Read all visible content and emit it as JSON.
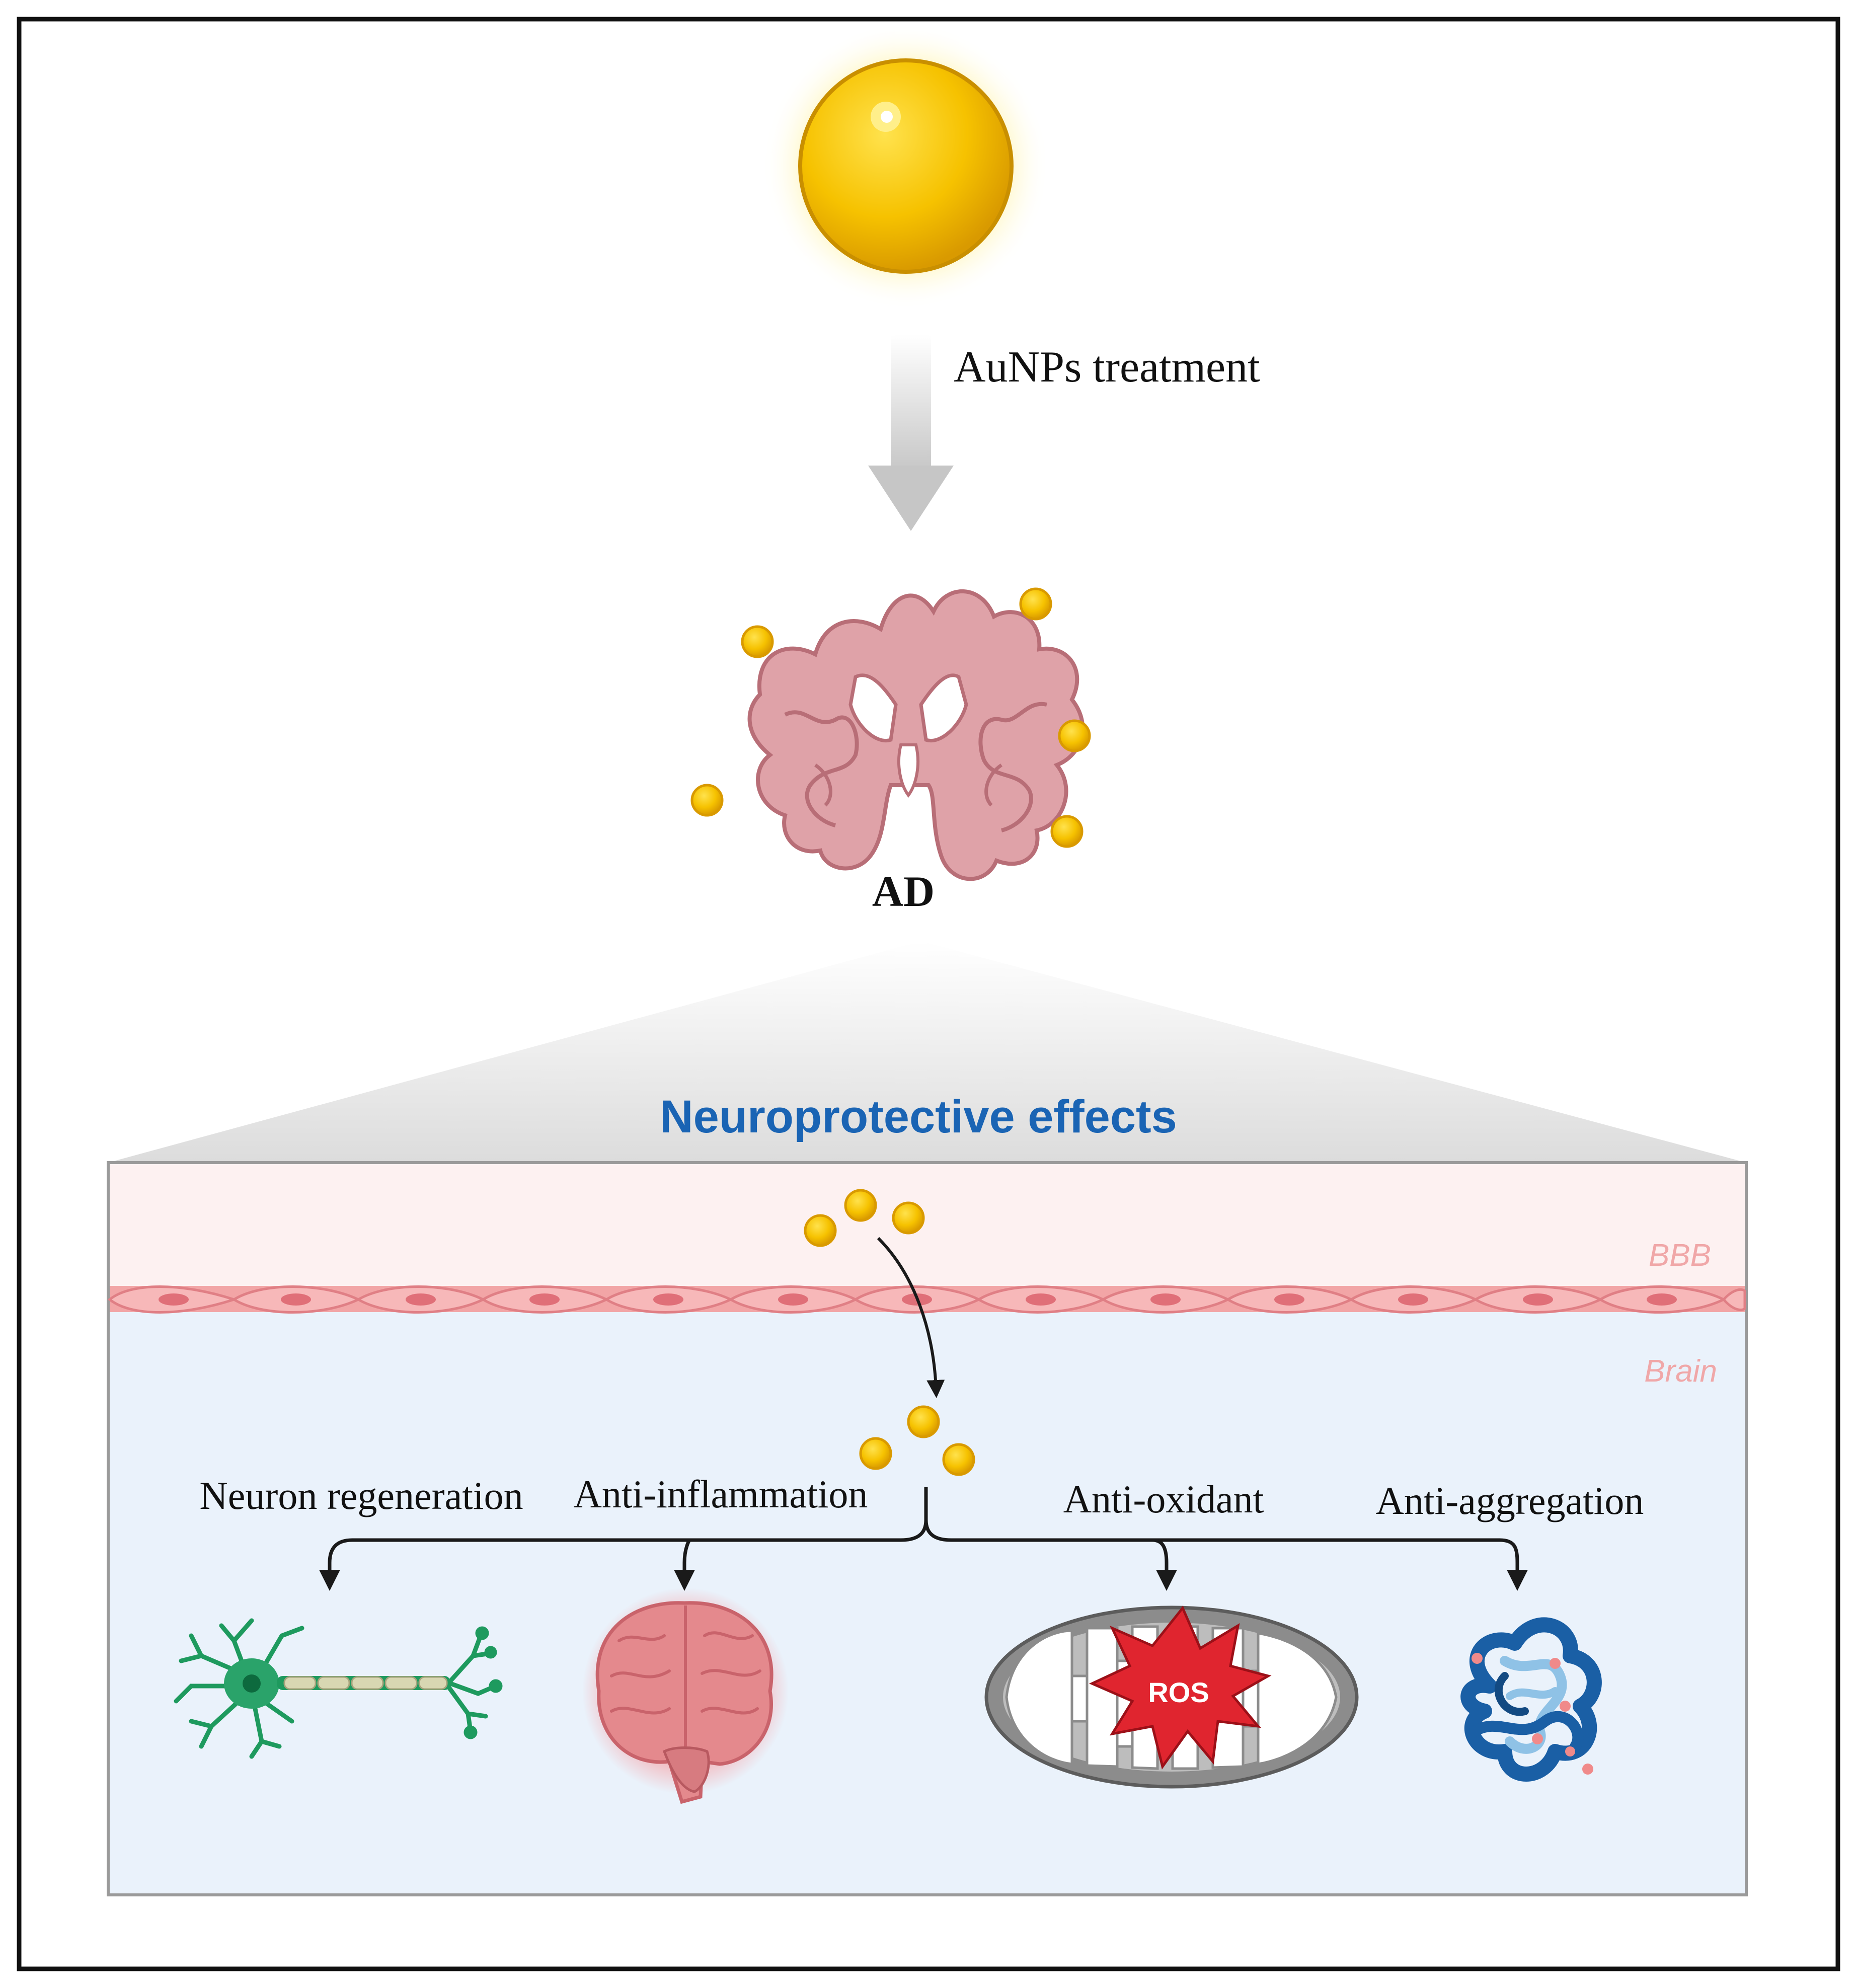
{
  "figure": {
    "treatment_label": "AuNPs treatment",
    "disease_label": "AD",
    "effects_title": "Neuroprotective effects",
    "barrier_label": "BBB",
    "brain_label": "Brain",
    "effects": [
      {
        "label": "Neuron regeneration",
        "icon": "neuron-icon"
      },
      {
        "label": "Anti-inflammation",
        "icon": "inflamed-brain-icon"
      },
      {
        "label": "Anti-oxidant",
        "icon": "mitochondrion-icon"
      },
      {
        "label": "Anti-aggregation",
        "icon": "protein-aggregate-icon"
      }
    ],
    "ros_label": "ROS"
  },
  "colors": {
    "gold": "#f6c200",
    "gold_dark": "#d99a00",
    "title_blue": "#1a64b4",
    "brain_pink": "#dfa2a8",
    "bbb_label": "#f0a7a8",
    "brain_region_bg": "#eaf2fb",
    "bbb_region_bg": "#fdf1f1",
    "neuron_green": "#1e9a5e",
    "ros_red": "#e0252f",
    "aggregate_blue": "#1a5fa5"
  }
}
